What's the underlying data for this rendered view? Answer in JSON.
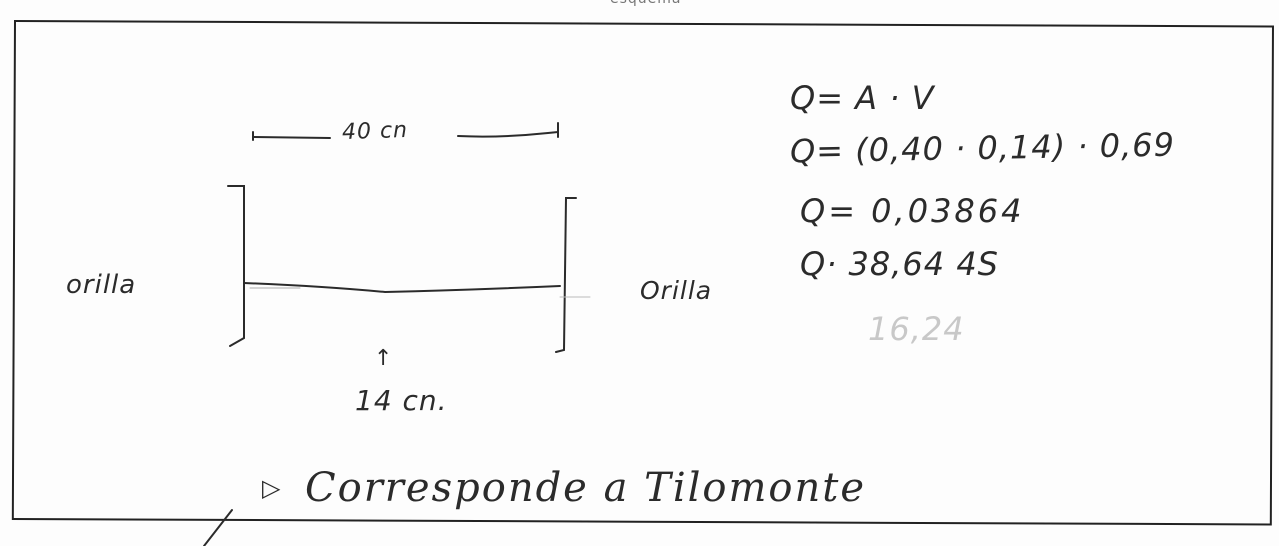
{
  "header_fragment": "esquema",
  "sketch": {
    "width_label": "40 cn",
    "bank_left": "orilla",
    "bank_right": "Orilla",
    "depth_label": "14 cn."
  },
  "equations": {
    "line1": "Q= A · V",
    "line2": "Q= (0,40 · 0,14) · 0,69",
    "line3": "Q= 0,03864",
    "line4": "Q· 38,64 4S",
    "line5": "16,24"
  },
  "note": "Corresponde a Tilomonte"
}
